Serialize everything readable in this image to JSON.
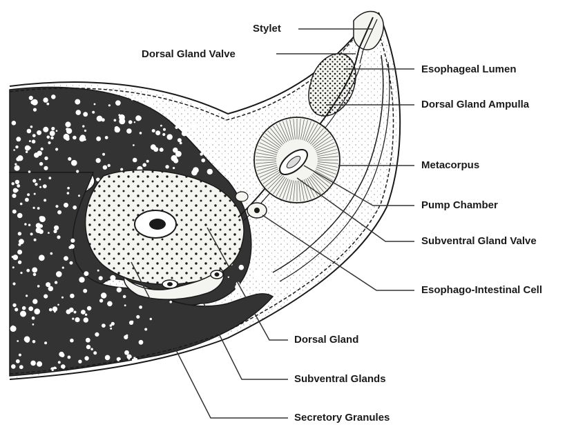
{
  "labels": {
    "stylet": "Stylet",
    "dorsal_gland_valve": "Dorsal Gland Valve",
    "esophageal_lumen": "Esophageal Lumen",
    "dorsal_gland_ampulla": "Dorsal Gland Ampulla",
    "metacorpus": "Metacorpus",
    "pump_chamber": "Pump Chamber",
    "subventral_gland_valve": "Subventral Gland Valve",
    "esophago_intestinal_cell": "Esophago-Intestinal Cell",
    "dorsal_gland": "Dorsal Gland",
    "subventral_glands": "Subventral Glands",
    "secretory_granules": "Secretory Granules"
  },
  "colors": {
    "ink": "#1a1a1a",
    "body_fill": "#333333",
    "pale_fill": "#f4f4f0",
    "background": "#ffffff"
  }
}
